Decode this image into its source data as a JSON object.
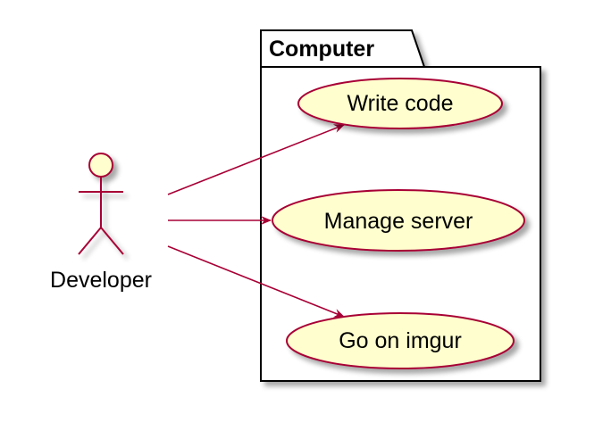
{
  "diagram": {
    "package": {
      "label": "Computer"
    },
    "actor": {
      "label": "Developer"
    },
    "use_cases": [
      {
        "id": "uc1",
        "label": "Write code"
      },
      {
        "id": "uc2",
        "label": "Manage server"
      },
      {
        "id": "uc3",
        "label": "Go on imgur"
      }
    ],
    "relations": [
      {
        "from": "actor",
        "to": "uc1"
      },
      {
        "from": "actor",
        "to": "uc2"
      },
      {
        "from": "actor",
        "to": "uc3"
      }
    ],
    "colors": {
      "line": "#a80036",
      "fill": "#fefece",
      "package_border": "#000000",
      "shadow": "#bbbbbb"
    }
  }
}
